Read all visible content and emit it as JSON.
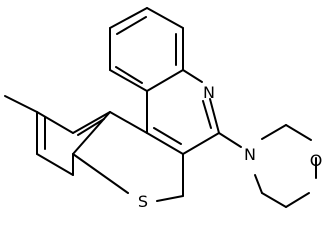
{
  "molecule": {
    "atoms": {
      "ring_nitrogen": "N",
      "morpholine_nitrogen": "N",
      "morpholine_oxygen": "O",
      "sulfur": "S"
    }
  }
}
